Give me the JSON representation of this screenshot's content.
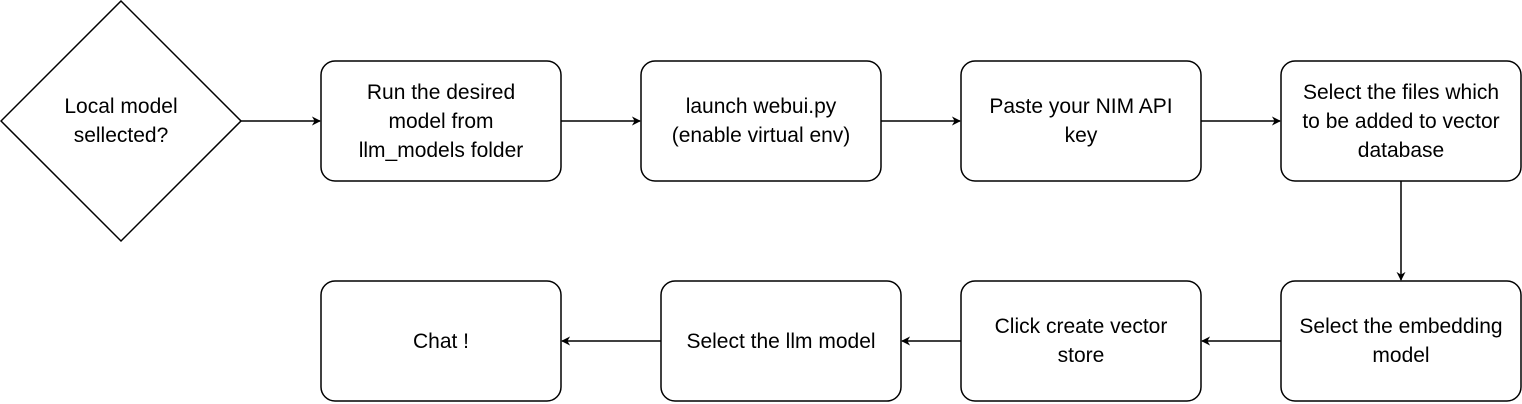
{
  "colors": {
    "stroke": "#000000",
    "fill": "#ffffff",
    "text": "#000000"
  },
  "nodes": {
    "decision": "Local model\nsellected?",
    "run_model": "Run the desired\nmodel from\nllm_models folder",
    "launch": "launch webui.py\n(enable virtual env)",
    "paste_key": "Paste your NIM API\nkey",
    "select_files": "Select the files which\nto be added to vector\ndatabase",
    "select_embedding": "Select the embedding\nmodel",
    "create_store": "Click create vector\nstore",
    "select_llm": "Select the llm model",
    "chat": "Chat !"
  }
}
